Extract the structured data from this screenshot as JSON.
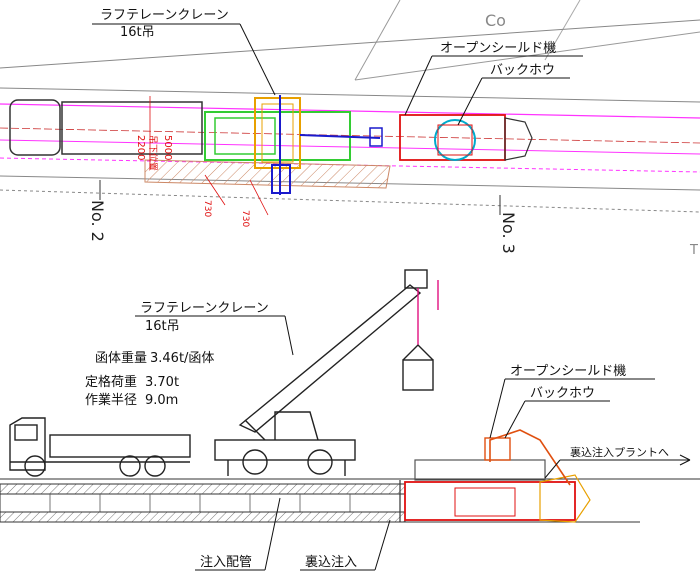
{
  "plan": {
    "crane_title": "ラフテレーンクレーン",
    "crane_capacity": "16t吊",
    "shield_label": "オープンシールド機",
    "backhoe_label": "バックホウ",
    "corner_label": "Co",
    "station_left": "No. 2",
    "station_right": "No. 3",
    "edge_letter": "T",
    "dim_width": "2200",
    "dim_hoist": "吊下位置",
    "dim_length": "5000",
    "dim_small_a": "730",
    "dim_small_b": "730"
  },
  "elevation": {
    "crane_title": "ラフテレーンクレーン",
    "crane_capacity": "16t吊",
    "spec_weight_label": "函体重量",
    "spec_weight_value": "3.46t/函体",
    "spec_load_label": "定格荷重",
    "spec_load_value": "3.70t",
    "spec_radius_label": "作業半径",
    "spec_radius_value": "9.0m",
    "shield_label": "オープンシールド機",
    "backhoe_label": "バックホウ",
    "plant_label": "裏込注入プラントへ",
    "pipe_label": "注入配管",
    "backfill_label": "裏込注入"
  },
  "colors": {
    "line": "#333333",
    "crane_frame": "#e8a000",
    "crane_body": "#33cc33",
    "crane_cab": "#1a1acc",
    "shield": "#e01010",
    "backhoe": "#00aacc",
    "road": "#ff33ff",
    "hatch": "#cc6633"
  }
}
